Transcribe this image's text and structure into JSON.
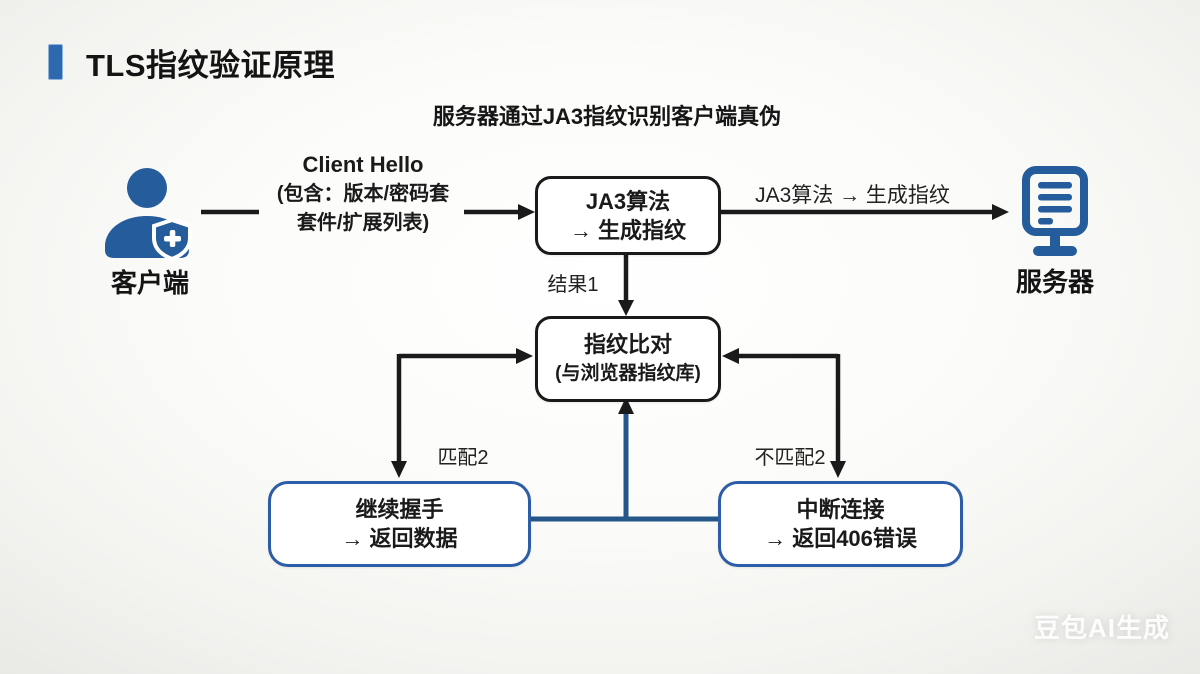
{
  "header": {
    "title": "TLS指纹验证原理",
    "subtitle": "服务器通过JA3指纹识别客户端真伪"
  },
  "nodes": {
    "client": {
      "label": "客户端"
    },
    "server": {
      "label": "服务器"
    },
    "ja3": {
      "line1": "JA3算法",
      "line2": "→ 生成指纹"
    },
    "compare": {
      "line1": "指纹比对",
      "line2": "(与浏览器指纹库)"
    },
    "continue": {
      "line1": "继续握手",
      "line2": "→ 返回数据"
    },
    "abort": {
      "line1": "中断连接",
      "line2": "→ 返回406错误"
    }
  },
  "labels": {
    "client_hello_title": "Client Hello",
    "client_hello_line2": "(包含：版本/密码套",
    "client_hello_line3": "套件/扩展列表)",
    "ja3_to_server": "JA3算法 → 生成指纹",
    "result": "结果1",
    "match": "匹配2",
    "no_match": "不匹配2"
  },
  "watermark": "豆包AI生成",
  "colors": {
    "accent_blue": "#2e68ae",
    "icon_blue": "#245c9c",
    "blue_box_border": "#2d5da8",
    "connector_blue": "#255689",
    "arrow_black": "#1a1a1a"
  }
}
